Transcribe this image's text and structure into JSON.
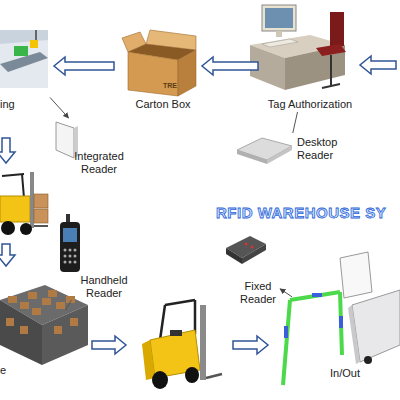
{
  "diagram": {
    "title": "RFID WAREHOUSE SY",
    "nodes": [
      {
        "text": [
          "ing"
        ]
      },
      {
        "text": [
          "Carton Box"
        ]
      },
      {
        "text": [
          "Tag Authorization"
        ]
      },
      {
        "text": [
          "Desktop Reader"
        ]
      },
      {
        "text": [
          "Integrated Reader"
        ]
      },
      {
        "text": [
          "Handheld Reader"
        ]
      },
      {
        "text": [
          "e"
        ]
      },
      {
        "text": [
          "Fixed Reader"
        ]
      },
      {
        "text": [
          "In/Out"
        ]
      }
    ],
    "edges": [
      {
        "from": 2,
        "to": 1,
        "arrow": "to"
      },
      {
        "from": 1,
        "to": 0,
        "arrow": "to"
      },
      {
        "from": 2,
        "to": 3,
        "arrow": "none"
      },
      {
        "from": 0,
        "to": 4,
        "arrow": "to"
      },
      {
        "from": 5,
        "to": 6,
        "arrow": "none"
      },
      {
        "from": 8,
        "to": 7,
        "arrow": "to"
      }
    ],
    "labels": [
      "TRE"
    ]
  }
}
